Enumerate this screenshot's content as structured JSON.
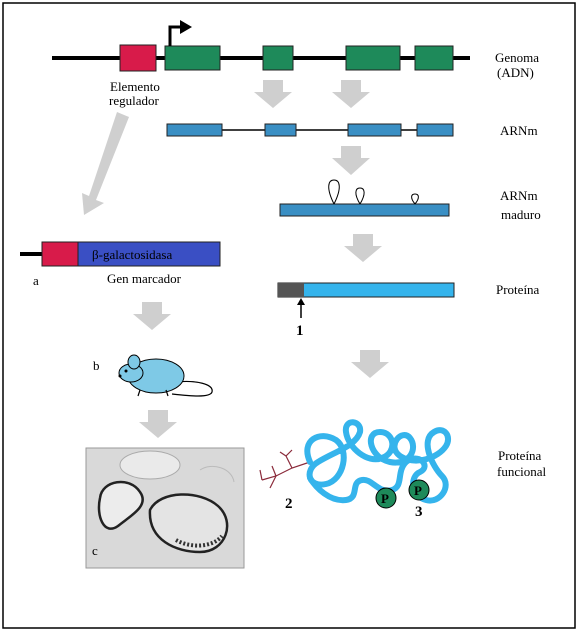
{
  "labels": {
    "genoma": "Genoma",
    "adn": "(ADN)",
    "arnm": "ARNm",
    "arnm_maduro_1": "ARNm",
    "arnm_maduro_2": "maduro",
    "proteina": "Proteína",
    "proteina_funcional_1": "Proteína",
    "proteina_funcional_2": "funcional",
    "elemento_regulador_1": "Elemento",
    "elemento_regulador_2": "regulador",
    "beta_galactosidasa": "β-galactosidasa",
    "gen_marcador": "Gen marcador",
    "marker_a": "a",
    "marker_b": "b",
    "marker_c": "c",
    "num_1": "1",
    "num_2": "2",
    "num_3": "3",
    "phospho_1": "P",
    "phospho_2": "P"
  },
  "colors": {
    "dna_line": "#000000",
    "regulatory_element": "#d81b4a",
    "exon": "#1e8a5a",
    "mrna": "#3a8fc4",
    "protein": "#35b4ec",
    "signal_peptide": "#555555",
    "marker_gene": "#3a4fc4",
    "arrow": "#cfcfcf",
    "phosphate": "#1e8a5a",
    "glycan": "#8a2a3a",
    "mouse": "#7ec9e6"
  },
  "icons": {
    "promoter": "promoter-arrow-icon",
    "mouse": "mouse-icon",
    "tissue": "tissue-section-image"
  }
}
